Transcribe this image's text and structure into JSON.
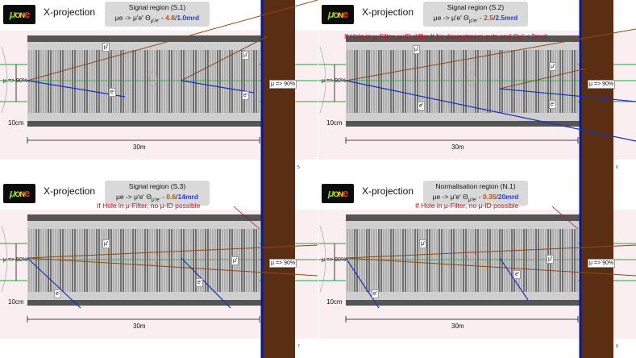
{
  "panels": [
    {
      "title": "X-projection",
      "logo": {
        "mu": "μ",
        "on": "ON",
        "e": "e"
      },
      "region": "Signal region (S.1)",
      "formula_prefix": "μe -> μ'e' Θ",
      "formula_sub": "μ'/e'",
      "formula_mid": " - ",
      "num": "4.8",
      "sep": "/",
      "den": "1.0mrd",
      "warning": "",
      "eff_left": "μ => 90%",
      "eff_right": "μ => 90%",
      "mu_label": "μ'",
      "e_label": "e'",
      "scale_v": "10cm",
      "scale_h": "30m",
      "page": "5"
    },
    {
      "title": "X-projection",
      "logo": {
        "mu": "μ",
        "on": "ON",
        "e": "e"
      },
      "region": "Signal region (S.2)",
      "formula_prefix": "μe -> μ'e' Θ",
      "formula_sub": "μ'/e'",
      "formula_mid": " - ",
      "num": "2.5",
      "sep": "/",
      "den": "2.5mrd",
      "warning": "If Hole in μ-Filter, μ-ID difficult for downstream evts and Θμ' < 2mrd",
      "eff_left": "μ => 90%",
      "eff_right": "μ => 90%",
      "mu_label": "μ'",
      "e_label": "e'",
      "scale_v": "10cm",
      "scale_h": "30m",
      "page": "6"
    },
    {
      "title": "X-projection",
      "logo": {
        "mu": "μ",
        "on": "ON",
        "e": "e"
      },
      "region": "Signal region (S.3)",
      "formula_prefix": "μe -> μ'e' Θ",
      "formula_sub": "μ'/e'",
      "formula_mid": " - ",
      "num": "0.6",
      "sep": "/",
      "den": "14mrd",
      "warning": "If Hole in μ-Filter, no μ-ID possible",
      "eff_left": "μ => 90%",
      "eff_right": "μ => 90%",
      "mu_label": "μ'",
      "e_label": "e'",
      "scale_v": "10cm",
      "scale_h": "30m",
      "page": "7"
    },
    {
      "title": "X-projection",
      "logo": {
        "mu": "μ",
        "on": "ON",
        "e": "e"
      },
      "region": "Normalisation region (N.1)",
      "formula_prefix": "μe -> μ'e' Θ",
      "formula_sub": "μ'/e'",
      "formula_mid": " - ",
      "num": "0.35",
      "sep": "/",
      "den": "20mrd",
      "warning": "If Hole in μ-Filter, no μ-ID possible",
      "eff_left": "μ => 90%",
      "eff_right": "μ => 90%",
      "mu_label": "μ'",
      "e_label": "e'",
      "scale_v": "10cm",
      "scale_h": "30m",
      "page": "8"
    }
  ],
  "colors": {
    "muon_track": "#8b4a16",
    "electron_track": "#1a2fbf",
    "filter": "#5a2e12",
    "filter_edge": "#0a1a9a",
    "green_lines": "#22a338",
    "warning": "#b0141e"
  }
}
